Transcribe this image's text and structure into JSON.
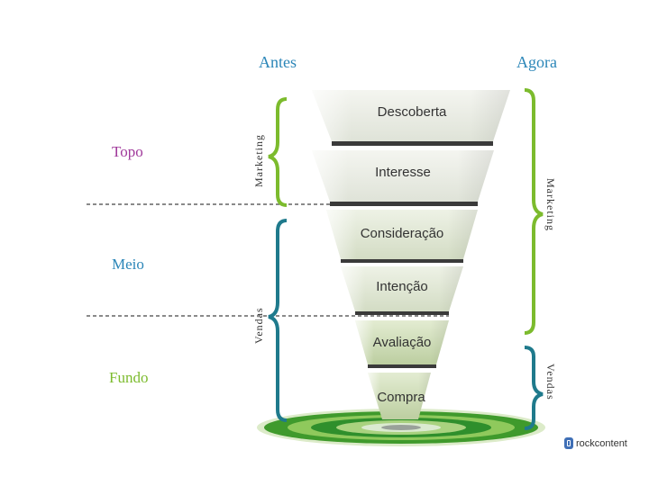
{
  "headers": {
    "before": "Antes",
    "now": "Agora"
  },
  "levels": {
    "top": "Topo",
    "middle": "Meio",
    "bottom": "Fundo"
  },
  "left_brackets": {
    "marketing": "Marketing",
    "sales": "Vendas"
  },
  "right_brackets": {
    "marketing": "Marketing",
    "sales": "Vendas"
  },
  "stages": [
    "Descoberta",
    "Interesse",
    "Consideração",
    "Intenção",
    "Avaliação",
    "Compra"
  ],
  "brand": {
    "name": "rockcontent"
  },
  "colors": {
    "blue": "#2b86b8",
    "purple": "#a0399b",
    "green": "#7cbb2d",
    "teal": "#1f7a8c",
    "dashed": "#8a8a8a"
  }
}
